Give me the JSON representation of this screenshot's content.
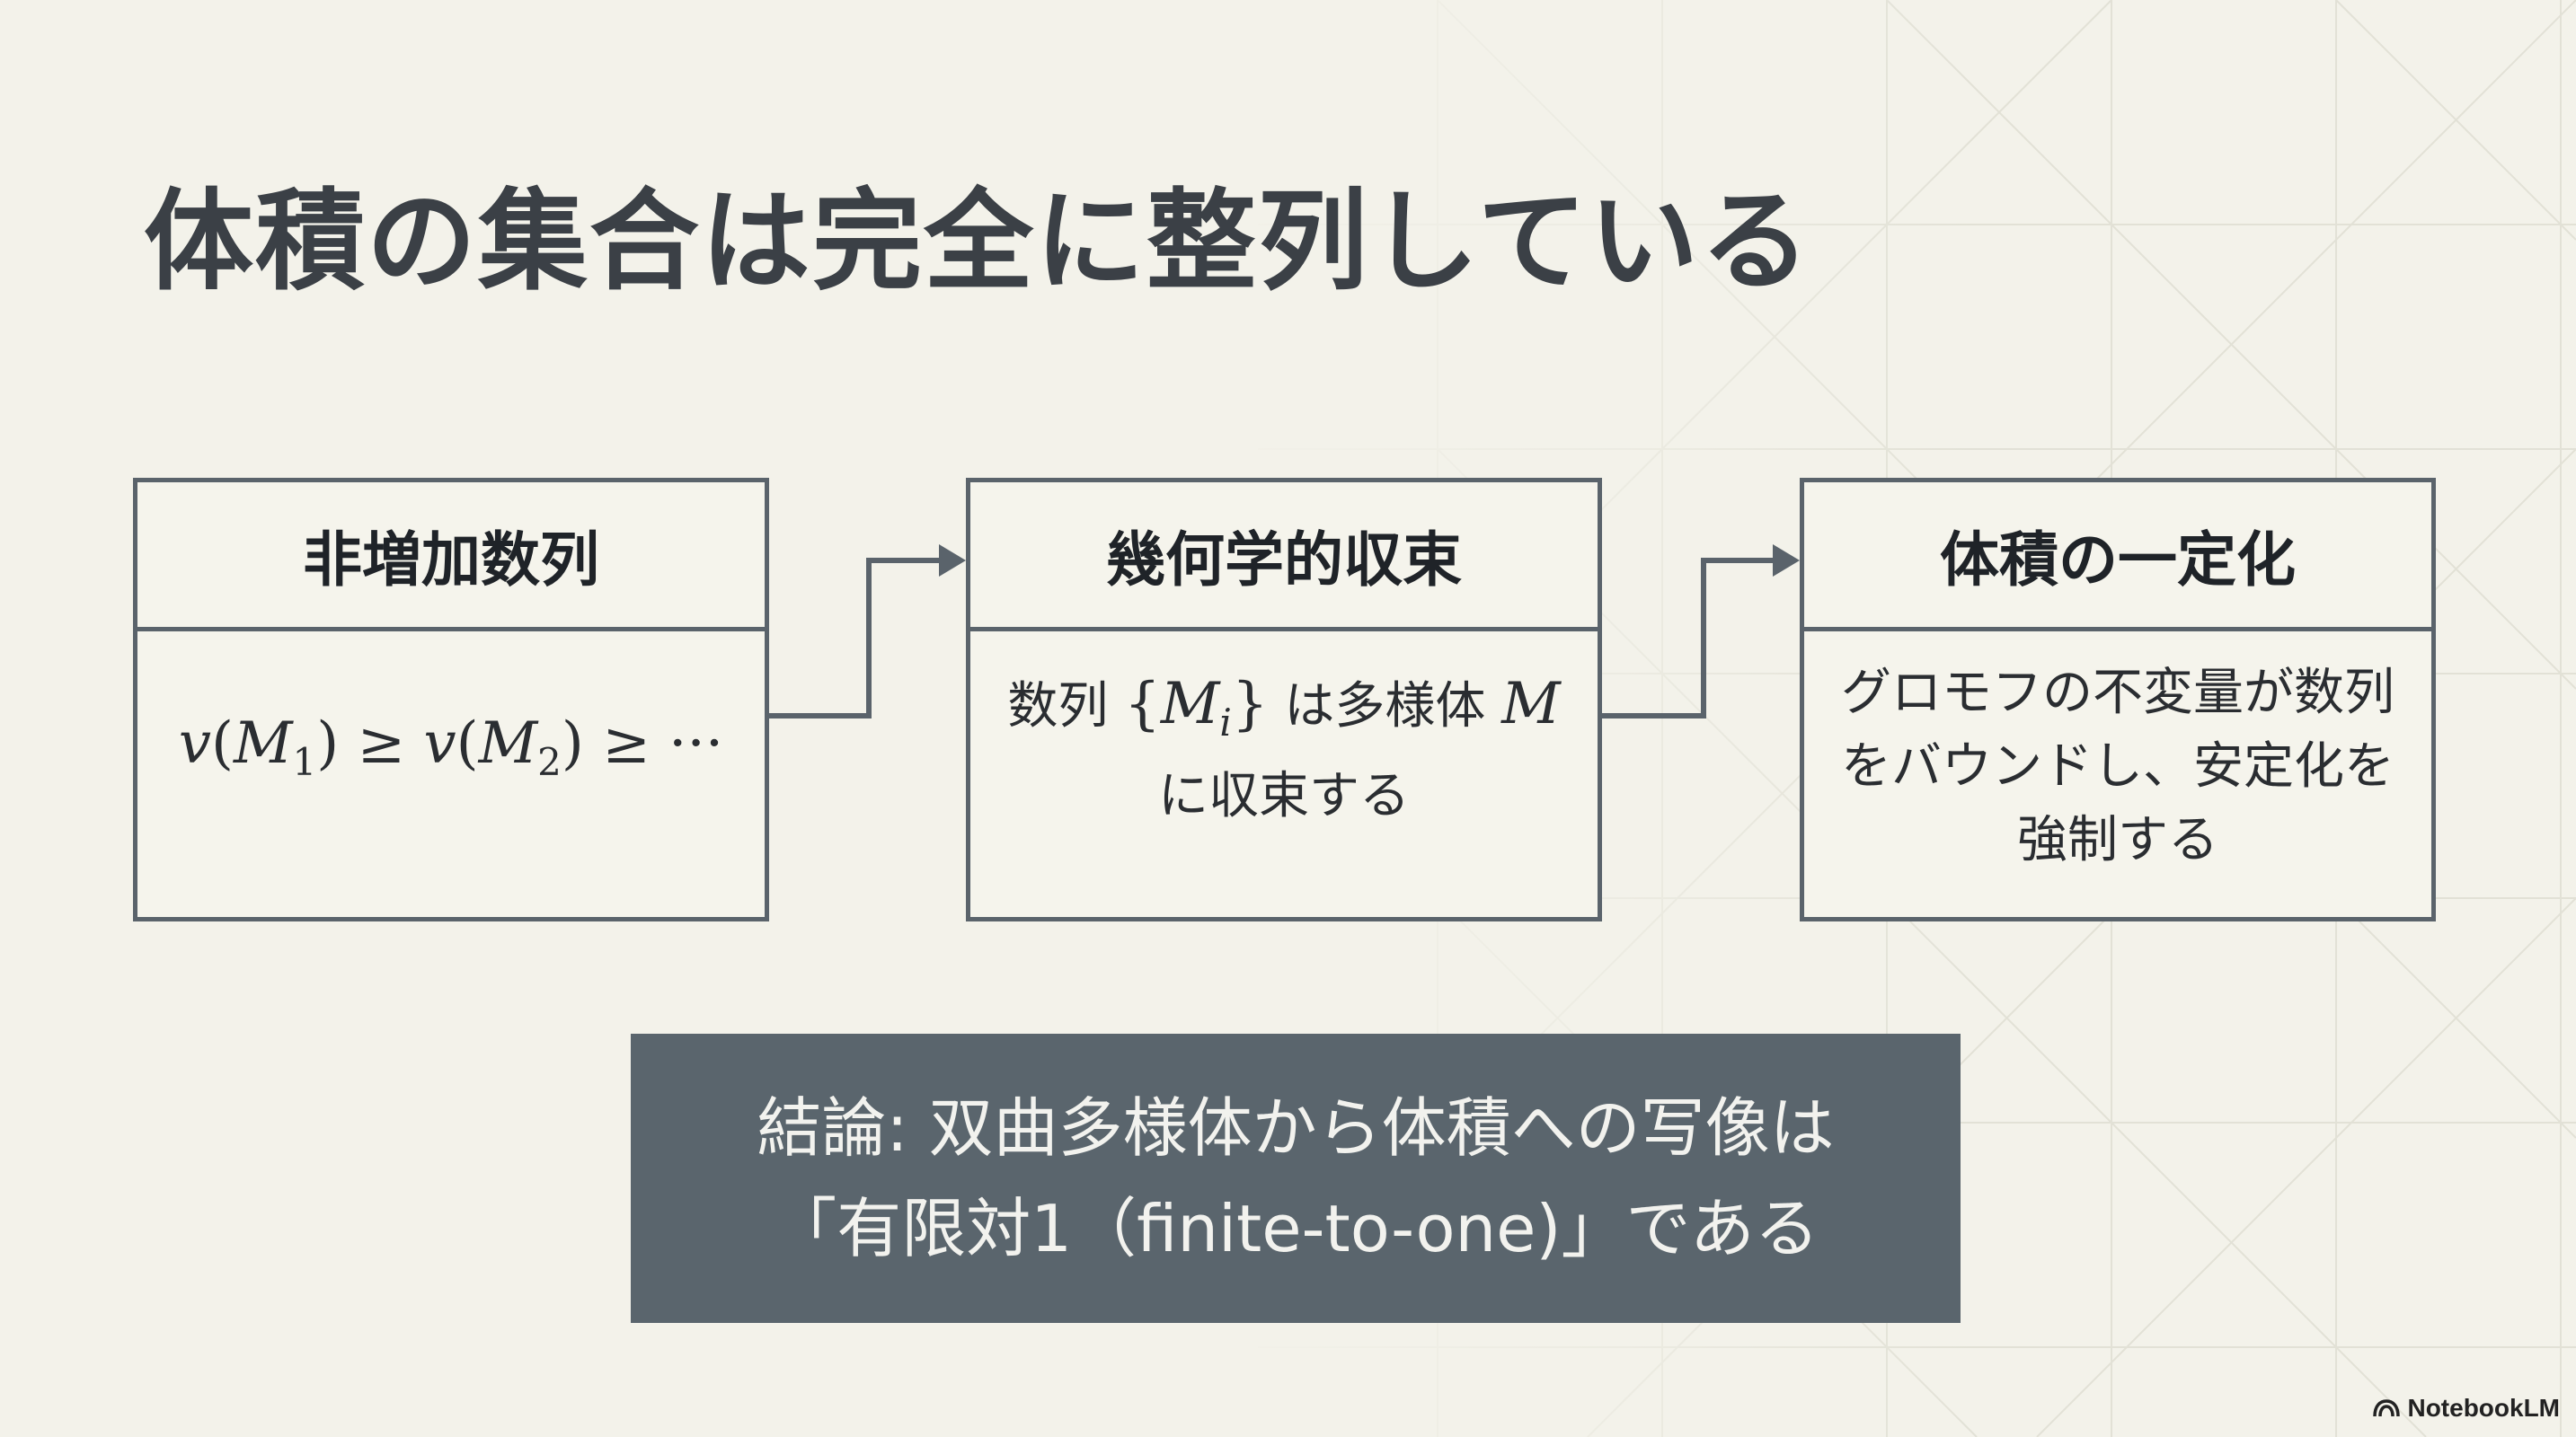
{
  "slide": {
    "title": "体積の集合は完全に整列している"
  },
  "steps": [
    {
      "header": "非増加数列",
      "body": "v(M1) ≥ v(M2) ≥ ···"
    },
    {
      "header": "幾何学的収束",
      "body_prefix": "数列",
      "body_math": "{Mi}",
      "body_mid": "は多様体",
      "body_math2": "M",
      "body_line2": "に収束する"
    },
    {
      "header": "体積の一定化",
      "body_lines": [
        "グロモフの不変量が数列",
        "をバウンドし、安定化を",
        "強制する"
      ]
    }
  ],
  "conclusion": {
    "line1": "結論: 双曲多様体から体積への写像は",
    "line2": "「有限対1（finite-to-one)」である"
  },
  "brand": {
    "name": "NotebookLM",
    "icon": "notebooklm-logo-icon"
  },
  "colors": {
    "background": "#f3f2ea",
    "box_border": "#5a636b",
    "conclusion_bg": "#5a656d",
    "title": "#3b4046"
  }
}
